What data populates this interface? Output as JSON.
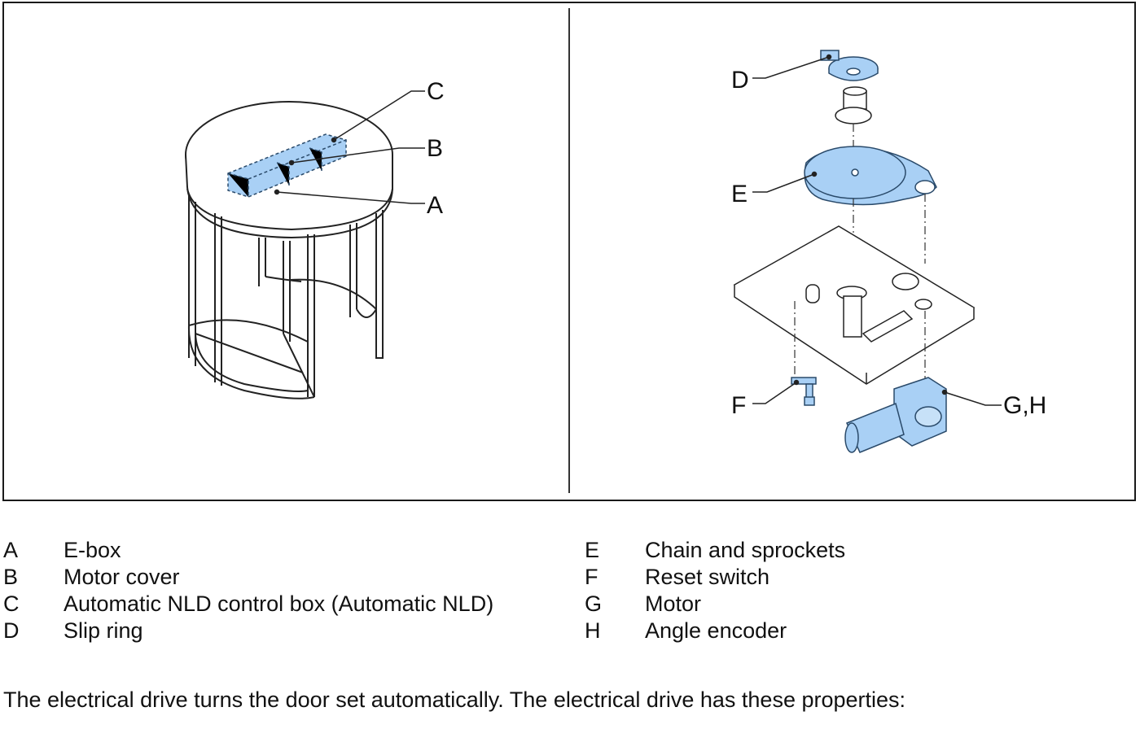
{
  "callouts": {
    "A": "A",
    "B": "B",
    "C": "C",
    "D": "D",
    "E": "E",
    "F": "F",
    "GH": "G,H"
  },
  "legend": {
    "left": [
      {
        "letter": "A",
        "text": "E-box"
      },
      {
        "letter": "B",
        "text": "Motor cover"
      },
      {
        "letter": "C",
        "text": "Automatic NLD control box (Automatic NLD)"
      },
      {
        "letter": "D",
        "text": "Slip ring"
      }
    ],
    "right": [
      {
        "letter": "E",
        "text": "Chain and sprockets"
      },
      {
        "letter": "F",
        "text": "Reset switch"
      },
      {
        "letter": "G",
        "text": "Motor"
      },
      {
        "letter": "H",
        "text": "Angle encoder"
      }
    ]
  },
  "caption": "The electrical drive turns the door set automatically. The electrical drive has these properties:",
  "colors": {
    "highlight_fill": "#a9d0f5",
    "highlight_stroke": "#2a4a6a",
    "line": "#222222"
  }
}
